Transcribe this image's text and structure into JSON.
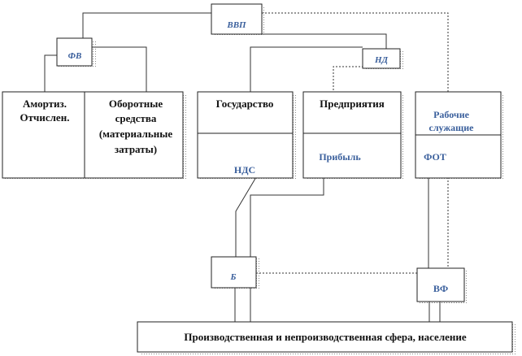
{
  "nodes": {
    "vvp": {
      "label": "ВВП"
    },
    "fv": {
      "label": "ФВ"
    },
    "nd": {
      "label": "НД"
    },
    "amort": {
      "lines": [
        "Амортиз.",
        "Отчислен."
      ]
    },
    "oborot": {
      "lines": [
        "Оборотные",
        "средства",
        "(материальные",
        "затраты)"
      ]
    },
    "gos": {
      "label": "Государство",
      "bottom": "НДС"
    },
    "pred": {
      "label": "Предприятия",
      "bottom": "Прибыль"
    },
    "rab": {
      "label": "Рабочие",
      "label2": "служащие",
      "bottom": "ФОТ"
    },
    "b": {
      "label": "Б"
    },
    "vf": {
      "label": "ВФ"
    },
    "sfera": {
      "label": "Производственная и непроизводственная сфера, население"
    }
  },
  "colors": {
    "border": "#222222",
    "dash": "#555555",
    "shadow": "#9a9a9a",
    "blue_text": "#3a5f9c",
    "dark_text": "#111111"
  }
}
